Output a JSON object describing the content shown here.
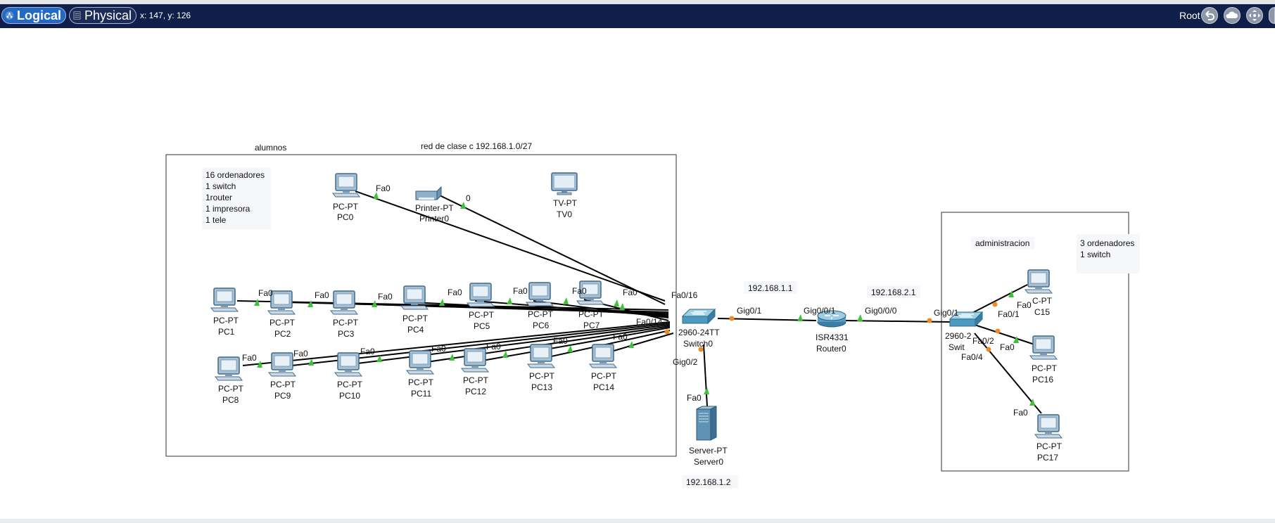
{
  "toolbar": {
    "logical_label": "Logical",
    "physical_label": "Physical",
    "coords": "x: 147, y: 126",
    "root_label": "Root"
  },
  "notes": {
    "alumnos_title": "alumnos",
    "network_title": "red de clase c 192.168.1.0/27",
    "alumnos_note": [
      "16 ordenadores",
      "1 switch",
      "1router",
      "1 impresora",
      "1 tele"
    ],
    "admin_title": "administracion",
    "admin_note": [
      "3 ordenadores",
      "1 switch"
    ],
    "ip_router_left": "192.168.1.1",
    "ip_router_right": "192.168.2.1",
    "ip_server": "192.168.1.2"
  },
  "devices": {
    "pc0": {
      "type": "PC-PT",
      "name": "PC0"
    },
    "printer0": {
      "type": "Printer-PT",
      "name": "Printer0"
    },
    "tv0": {
      "type": "TV-PT",
      "name": "TV0"
    },
    "pc1": {
      "type": "PC-PT",
      "name": "PC1"
    },
    "pc2": {
      "type": "PC-PT",
      "name": "PC2"
    },
    "pc3": {
      "type": "PC-PT",
      "name": "PC3"
    },
    "pc4": {
      "type": "PC-PT",
      "name": "PC4"
    },
    "pc5": {
      "type": "PC-PT",
      "name": "PC5"
    },
    "pc6": {
      "type": "PC-PT",
      "name": "PC6"
    },
    "pc7": {
      "type": "PC-PT",
      "name": "PC7"
    },
    "pc8": {
      "type": "PC-PT",
      "name": "PC8"
    },
    "pc9": {
      "type": "PC-PT",
      "name": "PC9"
    },
    "pc10": {
      "type": "PC-PT",
      "name": "PC10"
    },
    "pc11": {
      "type": "PC-PT",
      "name": "PC11"
    },
    "pc12": {
      "type": "PC-PT",
      "name": "PC12"
    },
    "pc13": {
      "type": "PC-PT",
      "name": "PC13"
    },
    "pc14": {
      "type": "PC-PT",
      "name": "PC14"
    },
    "switch0": {
      "type": "2960-24TT",
      "name": "Switch0"
    },
    "router0": {
      "type": "ISR4331",
      "name": "Router0"
    },
    "server0": {
      "type": "Server-PT",
      "name": "Server0"
    },
    "switch1": {
      "type": "2960-2",
      "name": "Swit"
    },
    "pc15": {
      "type": "C-PT",
      "name": "C15"
    },
    "pc16": {
      "type": "PC-PT",
      "name": "PC16"
    },
    "pc17": {
      "type": "PC-PT",
      "name": "PC17"
    }
  },
  "ports": {
    "fa0": "Fa0",
    "zero": "0",
    "fa0_16": "Fa0/16",
    "fa0_14": "Fa0/14",
    "gig0_1": "Gig0/1",
    "gig0_2": "Gig0/2",
    "gig0_0_1": "Gig0/0/1",
    "gig0_0_0": "Gig0/0/0",
    "gig0_1_b": "Gig0/1",
    "fa0_1": "Fa0/1",
    "fa0_2": "Fa0/2",
    "fa0_4": "Fa0/4"
  },
  "colors": {
    "toolbar_bg": "#0f1f4a",
    "link": "#000000",
    "link_up": "#5cc94a",
    "link_orange": "#f08a24"
  },
  "icons": [
    "logical-icon",
    "physical-icon",
    "back-icon",
    "cloud-icon",
    "move-icon"
  ]
}
